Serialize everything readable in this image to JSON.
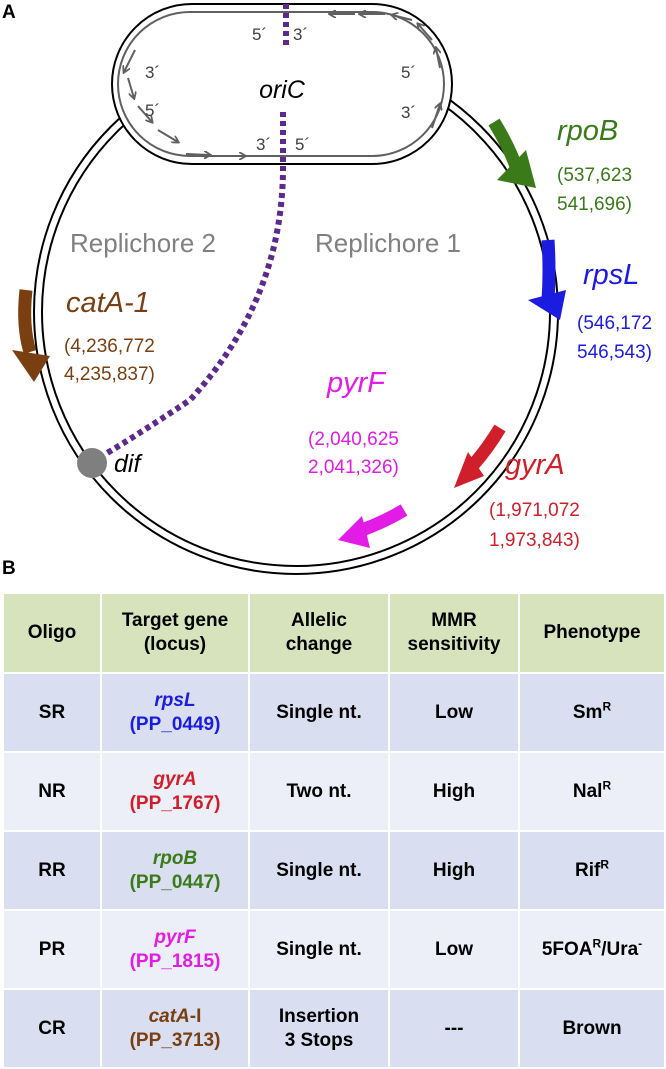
{
  "panel_a": {
    "letter": "A",
    "ori_label": "oriC",
    "dif_label": "dif",
    "replichore_1": "Replichore 1",
    "replichore_2": "Replichore 2",
    "strand_marks": {
      "top_left_5": "5´",
      "top_right_3": "3´",
      "left_3": "3´",
      "left_5": "5´",
      "right_5": "5´",
      "right_3": "3´",
      "bottom_left_3": "3´",
      "bottom_right_5": "5´"
    },
    "genes": [
      {
        "name": "rpoB",
        "coord1": "(537,623",
        "coord2": "541,696)",
        "color": "#3a7a19"
      },
      {
        "name": "rpsL",
        "coord1": "(546,172",
        "coord2": "546,543)",
        "color": "#1c1ce0"
      },
      {
        "name": "gyrA",
        "coord1": "(1,971,072",
        "coord2": "1,973,843)",
        "color": "#d01f2a"
      },
      {
        "name": "pyrF",
        "coord1": "(2,040,625",
        "coord2": "2,041,326)",
        "color": "#e21be6"
      },
      {
        "name": "catA-1",
        "coord1": "(4,236,772",
        "coord2": "4,235,837)",
        "color": "#7a3f10"
      }
    ],
    "colors": {
      "ori_line": "#5b2a8c",
      "dif_dot": "#7f7f7f",
      "arrow_grey": "#606060"
    }
  },
  "panel_b": {
    "letter": "B",
    "headers": {
      "oligo": "Oligo",
      "target_1": "Target gene",
      "target_2": "(locus)",
      "allelic_1": "Allelic",
      "allelic_2": "change",
      "mmr_1": "MMR",
      "mmr_2": "sensitivity",
      "phenotype": "Phenotype"
    },
    "rows": [
      {
        "oligo": "SR",
        "gene": "rpsL",
        "gene_suffix": "",
        "locus": "(PP_0449)",
        "change_1": "Single nt.",
        "change_2": "",
        "mmr": "Low",
        "pheno": "Sm",
        "pheno_sup": "R",
        "pheno_tail": "",
        "pheno_tail_sup": "",
        "color": "#1c1ce0"
      },
      {
        "oligo": "NR",
        "gene": "gyrA",
        "gene_suffix": "",
        "locus": "(PP_1767)",
        "change_1": "Two nt.",
        "change_2": "",
        "mmr": "High",
        "pheno": "Nal",
        "pheno_sup": "R",
        "pheno_tail": "",
        "pheno_tail_sup": "",
        "color": "#d01f2a"
      },
      {
        "oligo": "RR",
        "gene": "rpoB",
        "gene_suffix": "",
        "locus": "(PP_0447)",
        "change_1": "Single nt.",
        "change_2": "",
        "mmr": "High",
        "pheno": "Rif",
        "pheno_sup": "R",
        "pheno_tail": "",
        "pheno_tail_sup": "",
        "color": "#3a7a19"
      },
      {
        "oligo": "PR",
        "gene": "pyrF",
        "gene_suffix": "",
        "locus": "(PP_1815)",
        "change_1": "Single nt.",
        "change_2": "",
        "mmr": "Low",
        "pheno": "5FOA",
        "pheno_sup": "R",
        "pheno_tail": "/Ura",
        "pheno_tail_sup": "-",
        "color": "#e21be6"
      },
      {
        "oligo": "CR",
        "gene": "catA",
        "gene_suffix": "-I",
        "locus": "(PP_3713)",
        "change_1": "Insertion",
        "change_2": "3 Stops",
        "mmr": "---",
        "pheno": "Brown",
        "pheno_sup": "",
        "pheno_tail": "",
        "pheno_tail_sup": "",
        "color": "#7a3f10"
      }
    ]
  }
}
